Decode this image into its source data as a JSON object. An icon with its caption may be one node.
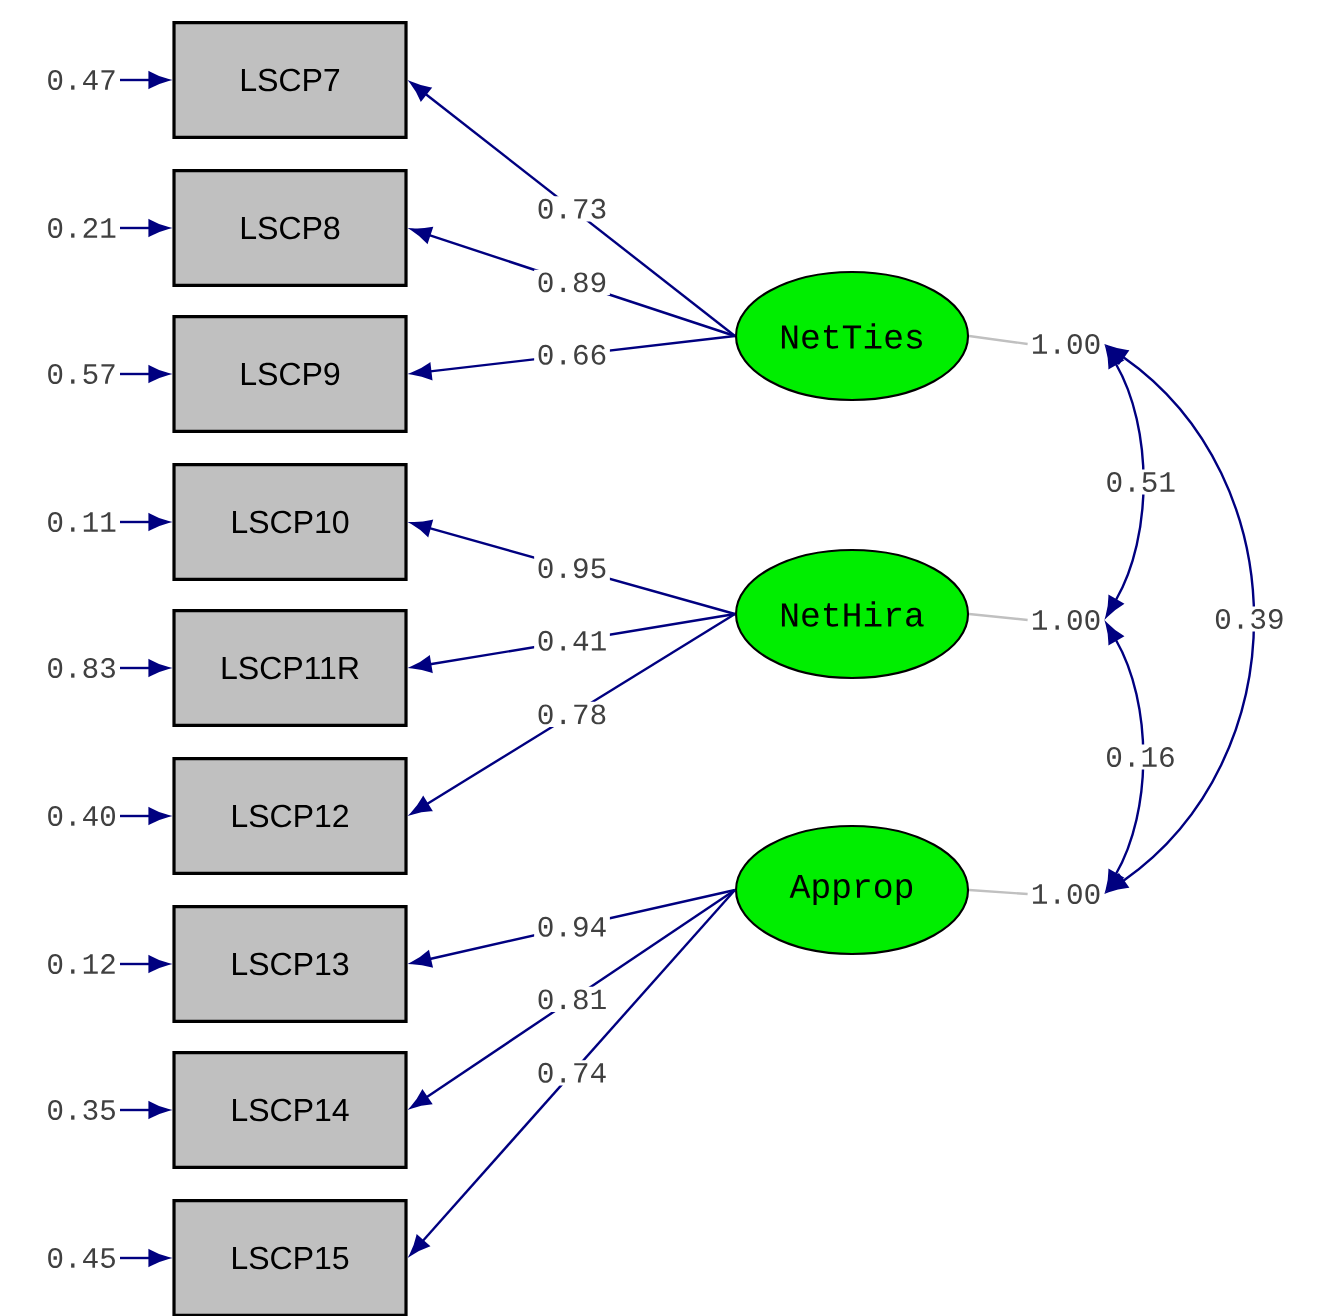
{
  "diagram": {
    "nodes": [
      {
        "text": [
          "LSCP7"
        ]
      },
      {
        "text": [
          "LSCP8"
        ]
      },
      {
        "text": [
          "LSCP9"
        ]
      },
      {
        "text": [
          "LSCP10"
        ]
      },
      {
        "text": [
          "LSCP11R"
        ]
      },
      {
        "text": [
          "LSCP12"
        ]
      },
      {
        "text": [
          "LSCP13"
        ]
      },
      {
        "text": [
          "LSCP14"
        ]
      },
      {
        "text": [
          "LSCP15"
        ]
      },
      {
        "text": [
          "NetTies"
        ]
      },
      {
        "text": [
          "NetHira"
        ]
      },
      {
        "text": [
          "Approp"
        ]
      },
      {
        "text": [
          "1.00"
        ]
      },
      {
        "text": [
          "1.00"
        ]
      },
      {
        "text": [
          "1.00"
        ]
      }
    ],
    "edges": [
      {
        "from": 9,
        "to": 0,
        "arrow": "to",
        "label": "0.73"
      },
      {
        "from": 9,
        "to": 1,
        "arrow": "to",
        "label": "0.89"
      },
      {
        "from": 9,
        "to": 2,
        "arrow": "to",
        "label": "0.66"
      },
      {
        "from": 10,
        "to": 3,
        "arrow": "to",
        "label": "0.95"
      },
      {
        "from": 10,
        "to": 4,
        "arrow": "to",
        "label": "0.41"
      },
      {
        "from": 10,
        "to": 5,
        "arrow": "to",
        "label": "0.78"
      },
      {
        "from": 11,
        "to": 6,
        "arrow": "to",
        "label": "0.94"
      },
      {
        "from": 11,
        "to": 7,
        "arrow": "to",
        "label": "0.81"
      },
      {
        "from": 11,
        "to": 8,
        "arrow": "to",
        "label": "0.74"
      },
      {
        "from": null,
        "to": 0,
        "arrow": "to",
        "label": "0.47"
      },
      {
        "from": null,
        "to": 1,
        "arrow": "to",
        "label": "0.21"
      },
      {
        "from": null,
        "to": 2,
        "arrow": "to",
        "label": "0.57"
      },
      {
        "from": null,
        "to": 3,
        "arrow": "to",
        "label": "0.11"
      },
      {
        "from": null,
        "to": 4,
        "arrow": "to",
        "label": "0.83"
      },
      {
        "from": null,
        "to": 5,
        "arrow": "to",
        "label": "0.40"
      },
      {
        "from": null,
        "to": 6,
        "arrow": "to",
        "label": "0.12"
      },
      {
        "from": null,
        "to": 7,
        "arrow": "to",
        "label": "0.35"
      },
      {
        "from": null,
        "to": 8,
        "arrow": "to",
        "label": "0.45"
      },
      {
        "from": 9,
        "to": 12,
        "arrow": "none",
        "color": "#c0c0c0"
      },
      {
        "from": 10,
        "to": 13,
        "arrow": "none",
        "color": "#c0c0c0"
      },
      {
        "from": 11,
        "to": 14,
        "arrow": "none",
        "color": "#c0c0c0"
      },
      {
        "from": 12,
        "to": 13,
        "arrow": "both",
        "label": "0.51"
      },
      {
        "from": 13,
        "to": 14,
        "arrow": "both",
        "label": "0.16"
      },
      {
        "from": 12,
        "to": 14,
        "arrow": "both",
        "label": "0.39"
      }
    ]
  }
}
